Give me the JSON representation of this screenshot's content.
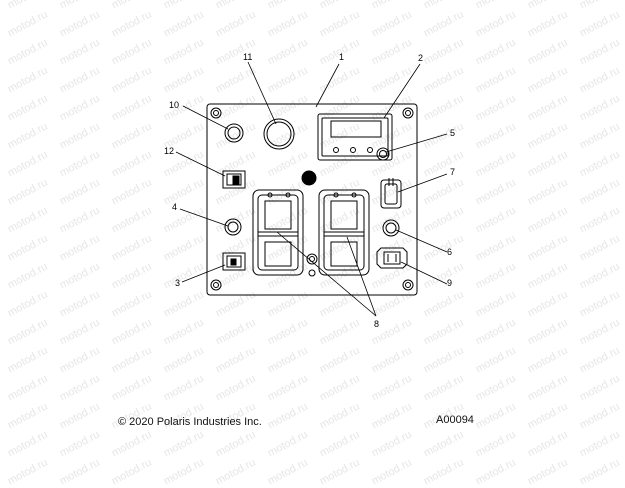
{
  "watermark": "motod.ru",
  "callouts": [
    "1",
    "2",
    "3",
    "4",
    "5",
    "6",
    "7",
    "8",
    "9",
    "10",
    "11",
    "12"
  ],
  "footer": {
    "copyright": "© 2020 Polaris Industries Inc.",
    "figure_id": "A00094"
  }
}
